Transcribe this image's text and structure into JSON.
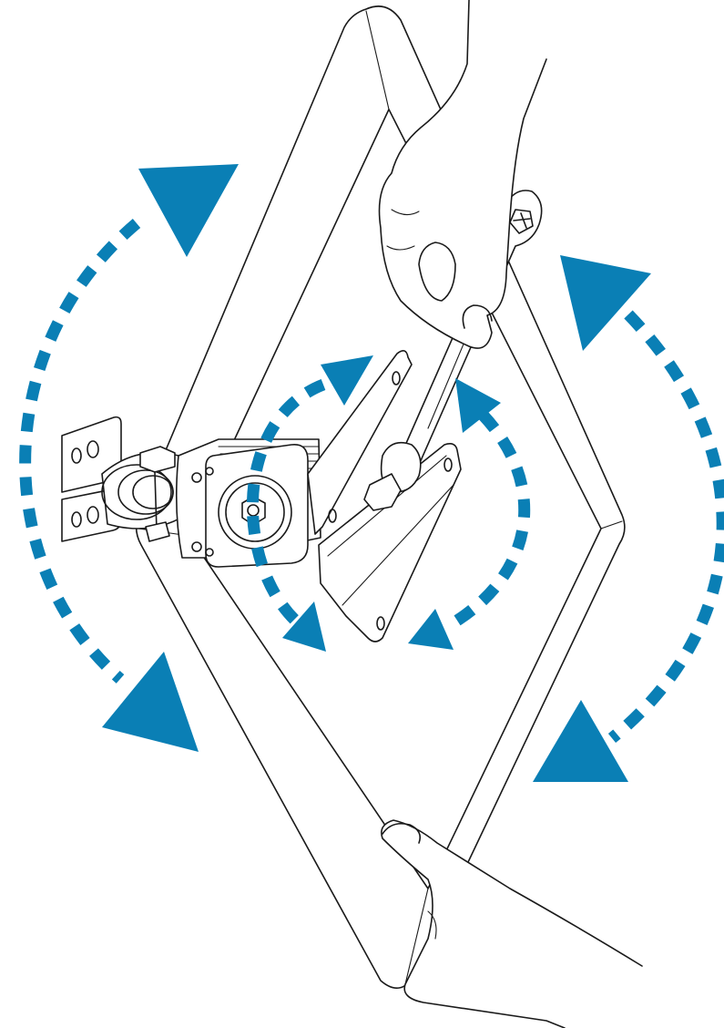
{
  "illustration": {
    "accent_color": "#0a7fb5",
    "line_color": "#1a1a1a",
    "background_color": "#ffffff",
    "icons": [
      "panel-antenna",
      "wall-mount-bracket",
      "tilt-swivel-joint",
      "wrench-icon",
      "hand-icon",
      "rotate-arrow-icon"
    ],
    "arrows": {
      "outer_rotation": "bidirectional",
      "inner_rotation": "bidirectional"
    }
  }
}
